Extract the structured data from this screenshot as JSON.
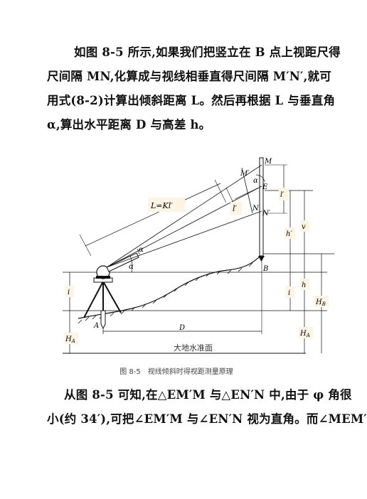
{
  "paragraph1": [
    "如图 8-5 所示,如果我们把竖立在 B 点上视距尺得",
    "尺间隔 MN,化算成与视线相垂直得尺间隔 M′N′,就可",
    "用式(8-2)计算出倾斜距离 L。然后再根据 L 与垂直角",
    "α,算出水平距离 D 与高差 h。"
  ],
  "paragraph2": [
    "从图 8-5 可知,在△EM′M 与△EN′N 中,由于 φ 角很",
    "小(约 34′),可把∠EM′M 与∠EN′N 视为直角。而∠MEM′"
  ],
  "figure": {
    "caption": "图 8-5　视线倾斜时得视距测量原理",
    "ground_label": "大地水准面",
    "labels": {
      "M": "M",
      "Mp": "M′",
      "E": "E",
      "alpha_top": "α",
      "N": "N",
      "Np": "N′",
      "lprime_top": "l′",
      "lprime_mid": "l′",
      "L": "L=Kl′",
      "alpha1": "α",
      "alpha2": "α",
      "B": "B",
      "A": "A",
      "i_left": "i",
      "HA_left": "H",
      "D": "D",
      "v": "v",
      "hprime": "h′",
      "h": "h",
      "i_right": "i",
      "HB": "H",
      "HA_right": "H",
      "sub_A": "A",
      "sub_B": "B"
    }
  }
}
